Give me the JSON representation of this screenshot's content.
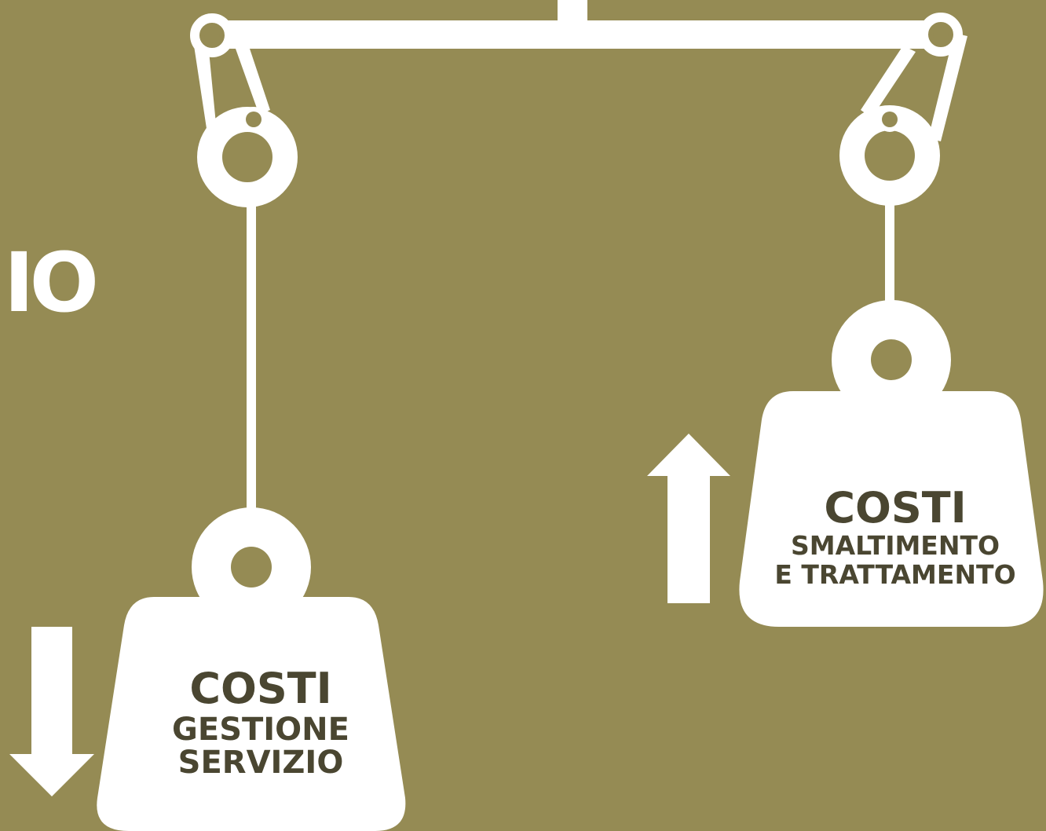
{
  "partial_title": "IO",
  "weights": {
    "left": {
      "heading": "COSTI",
      "line1": "GESTIONE",
      "line2": "SERVIZIO",
      "direction": "down"
    },
    "right": {
      "heading": "COSTI",
      "line1": "SMALTIMENTO",
      "line2": "E TRATTAMENTO",
      "direction": "up"
    }
  },
  "colors": {
    "background": "#958b54",
    "foreground": "#ffffff",
    "label_text": "#4a4631"
  }
}
